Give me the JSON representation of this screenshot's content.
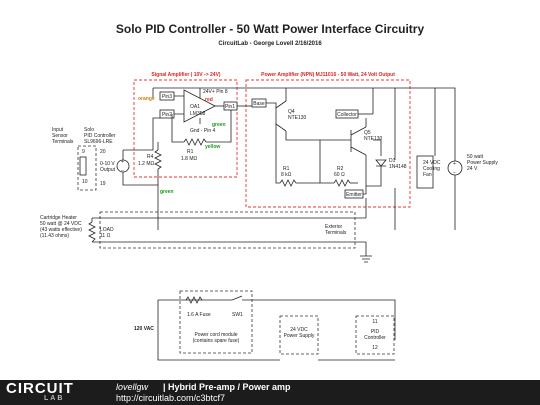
{
  "title": "Solo PID Controller - 50 Watt Power Interface Circuitry",
  "subtitle": "CircuitLab - George Lovell 2/16/2016",
  "groups": {
    "signal_amp": "Signal Amplifier ( 10V -> 24V)",
    "power_amp": "Power Amplifier (NPN) MJ11016 - 50 Watt, 24 Volt Output"
  },
  "labels": {
    "input_sensor": [
      "Input",
      "Sensor",
      "Terminals"
    ],
    "solo": [
      "Solo",
      "PID Controller",
      "SL9696-LRE"
    ],
    "pin9": "9",
    "pin20": "20",
    "pin10": "10",
    "pin19": "19",
    "output_v": [
      "0-10 V",
      "Output"
    ],
    "pin3": "Pin3",
    "pin2": "Pin2",
    "pin1": "Pin1",
    "orange": "orange",
    "red": "red",
    "green": "green",
    "yellow": "yellow",
    "oa1": [
      "24V+ Pin 8",
      "OA1",
      "LM358",
      "Gnd - Pin 4"
    ],
    "r1_amp": [
      "R1",
      "1.8 MΩ"
    ],
    "r4": [
      "R4",
      "1.2 MΩ"
    ],
    "base": "Base",
    "collector": "Collector",
    "emitter": "Emitter",
    "q4": [
      "Q4",
      "NTE130"
    ],
    "q5": [
      "Q5",
      "NTE130"
    ],
    "r1_pwr": [
      "R1",
      "8 kΩ"
    ],
    "r2": [
      "R2",
      "60 Ω"
    ],
    "d1": [
      "D1",
      "1N4148"
    ],
    "fan": [
      "24 VDC",
      "Cooling",
      "Fan"
    ],
    "psu50": [
      "50 watt",
      "Power Supply",
      "24 V"
    ],
    "heater": [
      "Cartridge Heater",
      "50 watt @ 24 VDC",
      "(43 watts effective)",
      "(11.43 ohms)"
    ],
    "load": [
      "LOAD",
      "11 Ω"
    ],
    "exterior": [
      "Exterior",
      "Terminals"
    ],
    "vac": "120 VAC",
    "fuse": "1.6 A Fuse",
    "sw1": "SW1",
    "power_cord": [
      "Power cord module",
      "(contains spare fuse)"
    ],
    "psu24": [
      "24 VDC",
      "Power Supply"
    ],
    "pid": [
      "PID",
      "Controller"
    ],
    "pin11": "11",
    "pin12": "12",
    "plus": "+",
    "minus": "−"
  },
  "footer": {
    "logo_top": "CIRCUIT",
    "logo_bottom": "LAB",
    "user": "lovellgw",
    "title": "| Hybrid Pre-amp / Power amp",
    "url": "http://circuitlab.com/c3btcf7"
  }
}
